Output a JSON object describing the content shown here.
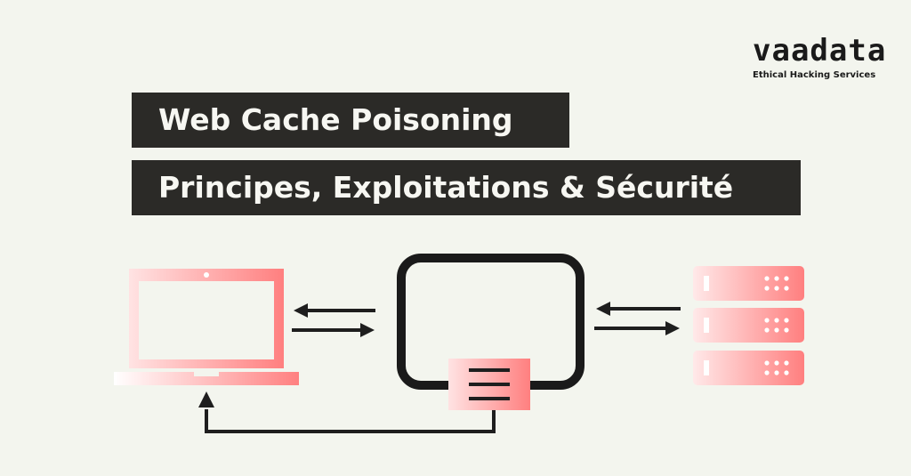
{
  "brand": {
    "name": "vaadata",
    "tagline": "Ethical Hacking Services"
  },
  "title": {
    "line1": "Web Cache Poisoning",
    "line2": "Principes, Exploitations & Sécurité"
  },
  "diagram": {
    "nodes": [
      {
        "id": "client",
        "icon": "laptop-icon"
      },
      {
        "id": "cache",
        "icon": "cache-server-icon"
      },
      {
        "id": "origin",
        "icon": "server-rack-icon"
      }
    ],
    "colors": {
      "accent": "#ff7f7f",
      "accent_light": "#ffe3e3",
      "ink": "#1e1e1e",
      "background": "#f3f5ee"
    }
  }
}
